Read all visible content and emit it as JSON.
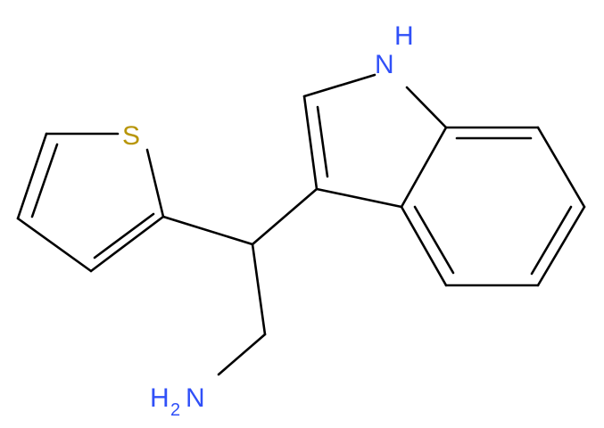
{
  "atoms": {
    "nh": {
      "text": "N",
      "h": "H",
      "color": "#3050F8"
    },
    "s": {
      "text": "S",
      "color": "#B8960A"
    },
    "nh2": {
      "h": "H",
      "sub": "2",
      "n": "N",
      "color": "#3050F8"
    }
  }
}
